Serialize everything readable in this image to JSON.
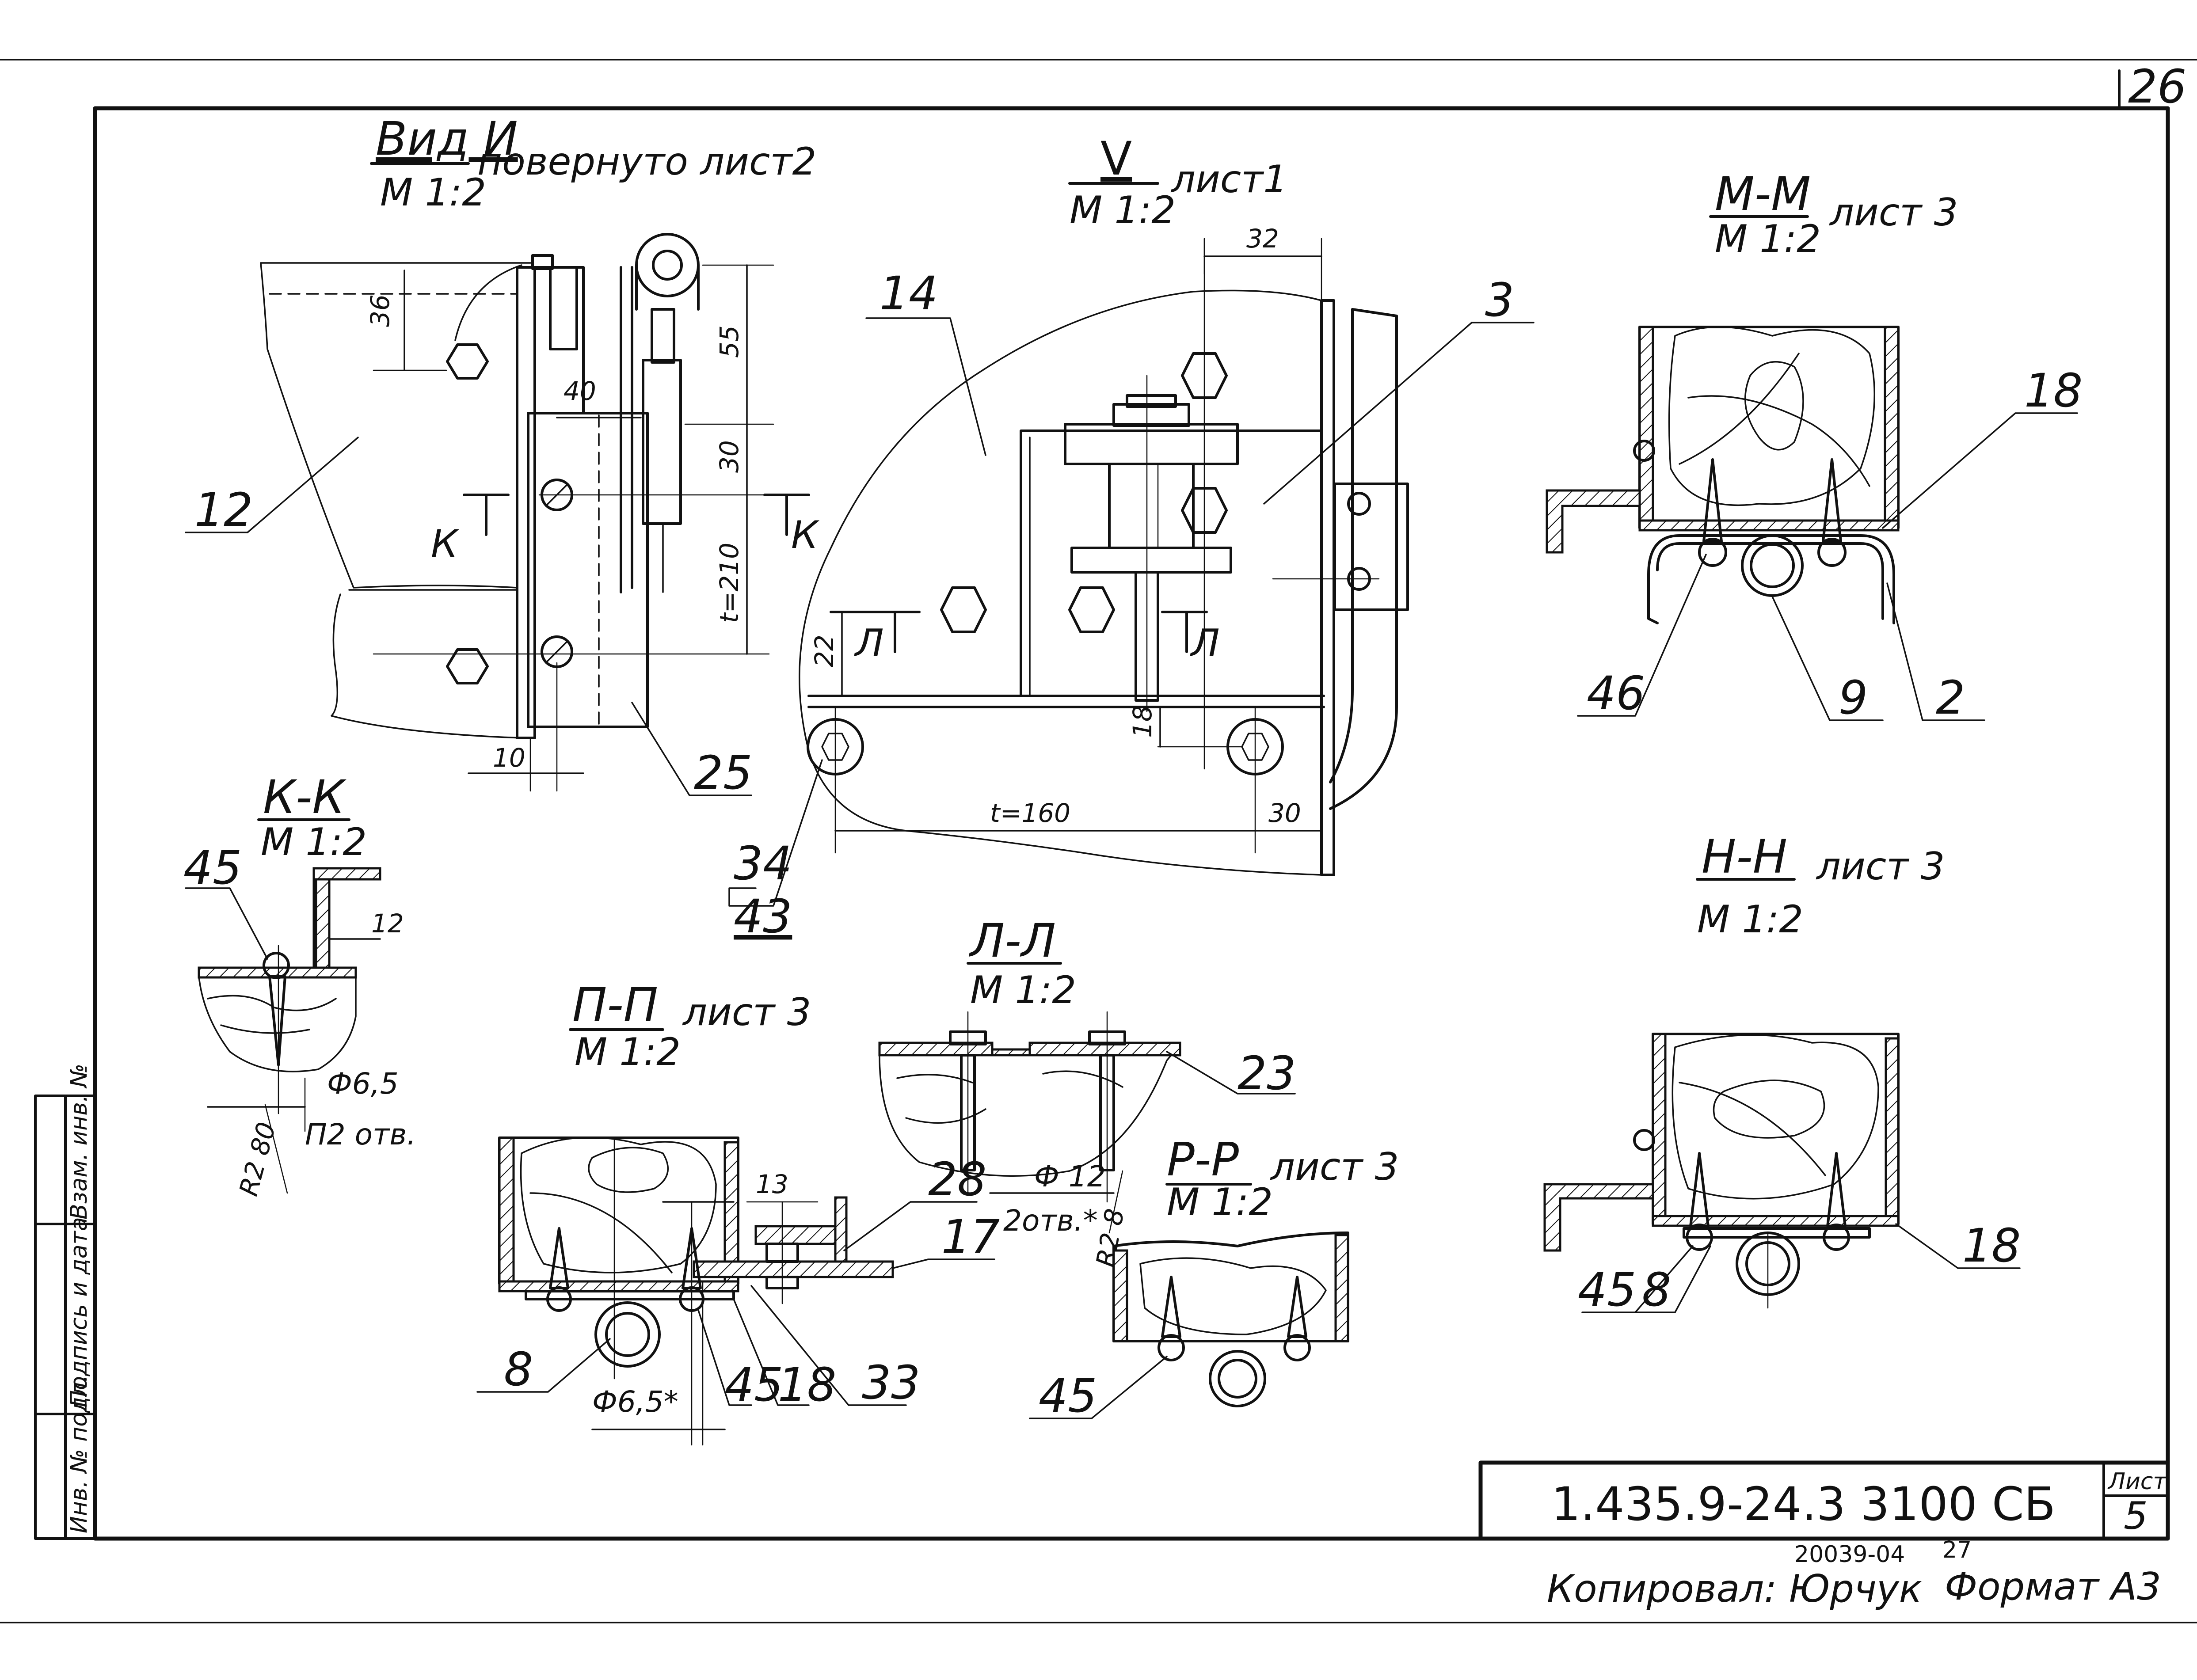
{
  "sheet": {
    "corner_page": "26",
    "code": "1.435.9-24.3 3100 СБ",
    "list_label": "Лист",
    "list_number": "5",
    "copied_by": "Копировал: Юрчук",
    "order_no": "20039-04",
    "order_no2": "27",
    "format": "Формат А3"
  },
  "side_stamp": [
    "Инв. № подл.",
    "Подпись и дата",
    "Взам. инв. №"
  ],
  "views": {
    "vid_i": {
      "title": "Вид И",
      "note": "повернуто лист2",
      "scale": "М 1:2"
    },
    "vid_v": {
      "title": "V",
      "note": "лист1",
      "scale": "М 1:2"
    },
    "mm": {
      "title": "М-М",
      "note": "лист 3",
      "scale": "М 1:2"
    },
    "kk": {
      "title": "К-К",
      "scale": "М 1:2"
    },
    "nn": {
      "title": "Н-Н",
      "note": "лист 3",
      "scale": "М 1:2"
    },
    "pp": {
      "title": "П-П",
      "note": "лист 3",
      "scale": "М 1:2"
    },
    "ll": {
      "title": "Л-Л",
      "scale": "М 1:2"
    },
    "rr": {
      "title": "Р-Р",
      "note": "лист 3",
      "scale": "М 1:2"
    }
  },
  "dims": {
    "d36": "36",
    "d40": "40",
    "d55": "55",
    "d30": "30",
    "t210": "t=210",
    "d10": "10",
    "d32": "32",
    "d22": "22",
    "d18": "18",
    "t160": "t=160",
    "d30b": "30",
    "d12": "12",
    "phi65": "Ф6,5",
    "holes_kk": "П2 отв.",
    "r2_80": "R2 80",
    "d13": "13",
    "phi65s": "Ф6,5*",
    "phi12": "Ф 12",
    "holes_ll": "2отв.*",
    "r2_8": "R2 8"
  },
  "cuts": {
    "k": "К",
    "l": "Л"
  },
  "callouts": {
    "c12": "12",
    "c25": "25",
    "c14": "14",
    "c3": "3",
    "c34": "34",
    "c43": "43",
    "c18a": "18",
    "c46": "46",
    "c9": "9",
    "c2": "2",
    "c45a": "45",
    "c23": "23",
    "c28": "28",
    "c17": "17",
    "c8a": "8",
    "c45b": "45",
    "c18b": "18",
    "c33": "33",
    "c45c": "45",
    "c45d": "45",
    "c8b": "8",
    "c18c": "18"
  },
  "colors": {
    "ink": "#111111",
    "paper": "#ffffff"
  }
}
